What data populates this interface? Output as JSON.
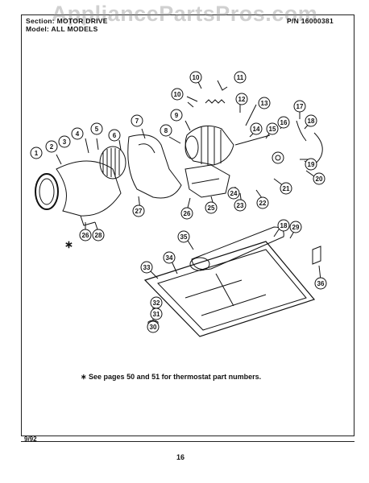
{
  "header": {
    "section_label": "Section:",
    "section_value": "MOTOR DRIVE",
    "model_label": "Model:",
    "model_value": "ALL MODELS",
    "pn_label": "P/N",
    "pn_value": "16000381"
  },
  "watermark": "AppliancePartsPros.com",
  "note": "∗ See pages 50 and 51 for thermostat part numbers.",
  "footer": {
    "date": "9/92",
    "page": "16"
  },
  "asterisk": "∗",
  "callouts": [
    "1",
    "2",
    "3",
    "4",
    "5",
    "6",
    "7",
    "8",
    "9",
    "10",
    "10",
    "11",
    "12",
    "13",
    "14",
    "15",
    "16",
    "17",
    "18",
    "19",
    "20",
    "21",
    "22",
    "23",
    "24",
    "25",
    "26",
    "27",
    "28",
    "26",
    "18",
    "29",
    "30",
    "31",
    "32",
    "33",
    "34",
    "35",
    "36"
  ]
}
